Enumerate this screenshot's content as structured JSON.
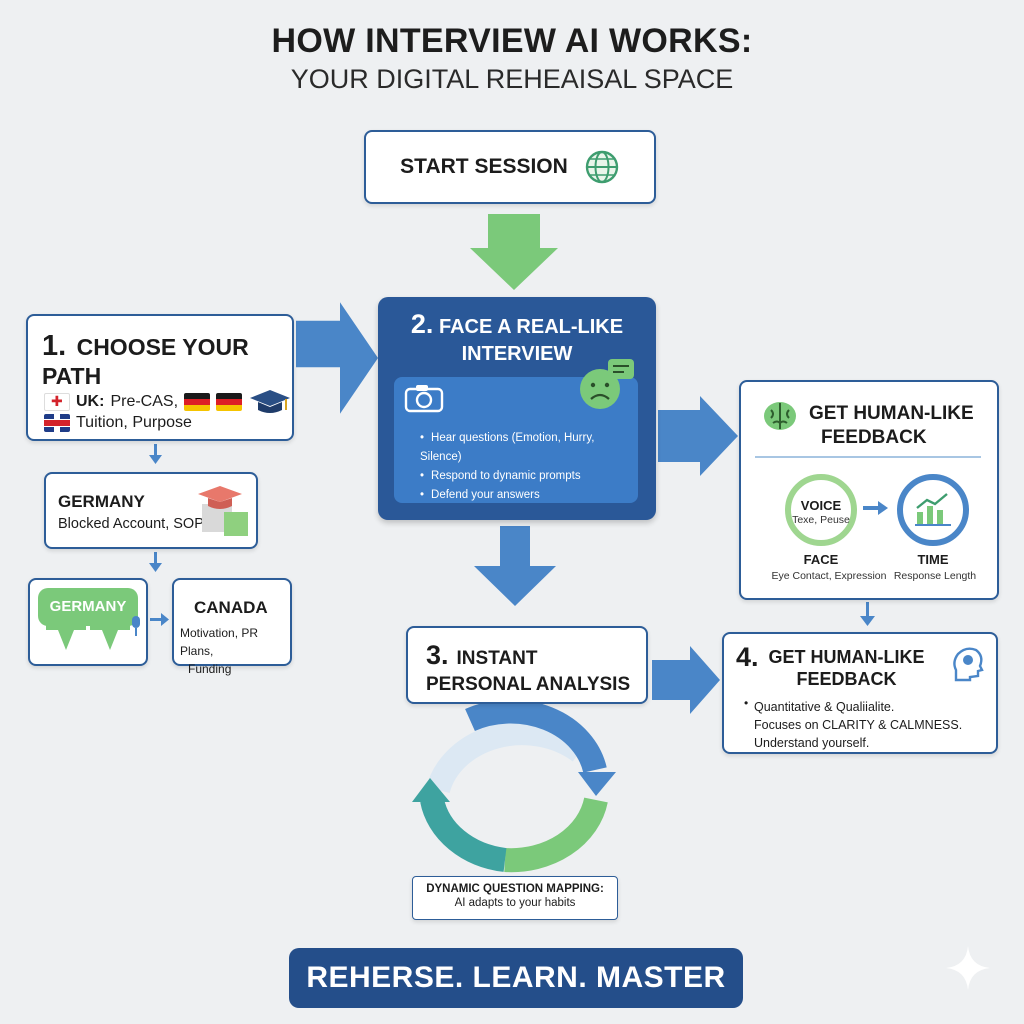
{
  "header": {
    "title": "HOW INTERVIEW AI WORKS:",
    "subtitle": "YOUR DIGITAL REHEAISAL SPACE"
  },
  "start": {
    "label": "START SESSION",
    "icon": "globe-icon"
  },
  "path": {
    "number": "1.",
    "title": "CHOOSE YOUR PATH",
    "line1_bold": "UK:",
    "line1": "Pre-CAS,",
    "line2": "Tuition, Purpose"
  },
  "germany": {
    "title": "GERMANY",
    "text": "Blocked Account, SOP"
  },
  "germany_green": {
    "label": "GERMANY"
  },
  "canada": {
    "title": "CANADA",
    "text1": "Motivation, PR Plans,",
    "text2": "Funding"
  },
  "face": {
    "number": "2.",
    "title1": "FACE A REAL-LIKE",
    "title2": "INTERVIEW",
    "bullets": [
      "Hear questions (Emotion, Hurry, Silence)",
      "Respond to dynamic prompts",
      "Defend your answers"
    ]
  },
  "feedback1": {
    "title1": "GET HUMAN-LIKE",
    "title2": "FEEDBACK",
    "voice": "VOICE",
    "voice_sub": "Texe, Peuse",
    "face": "FACE",
    "face_sub": "Eye Contact, Expression",
    "time": "TIME",
    "time_sub": "Response Length"
  },
  "analysis": {
    "number": "3.",
    "title1": "INSTANT",
    "title2": "PERSONAL ANALYSIS"
  },
  "feedback2": {
    "number": "4.",
    "title1": "GET HUMAN-LIKE",
    "title2": "FEEDBACK",
    "line1": "Quantitative & Qualiialite.",
    "line2": "Focuses on CLARITY & CALMNESS.",
    "line3": "Understand yourself."
  },
  "dynamic": {
    "title": "DYNAMIC QUESTION MAPPING:",
    "text": "AI adapts to your habits"
  },
  "footer": {
    "label": "REHERSE. LEARN. MASTER"
  },
  "colors": {
    "navy": "#244e8a",
    "blue_arrow": "#4a86c8",
    "green_arrow": "#7bc97a",
    "border": "#2d5d98"
  }
}
